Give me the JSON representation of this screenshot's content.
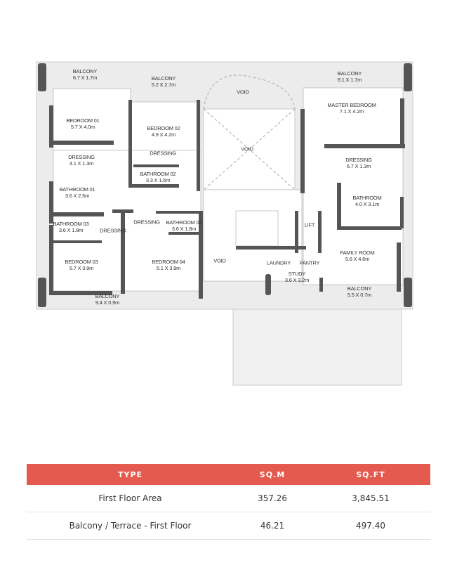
{
  "floor_plan": {
    "rooms": [
      {
        "name": "BALCONY",
        "size": "6.7 X 1.7m"
      },
      {
        "name": "BALCONY",
        "size": "5.2 X 2.7m"
      },
      {
        "name": "BEDROOM 01",
        "size": "5.7 X 4.0m"
      },
      {
        "name": "BEDROOM 02",
        "size": "4.9 X 4.2m"
      },
      {
        "name": "DRESSING",
        "size": ""
      },
      {
        "name": "DRESSING",
        "size": "4.1 X 1.3m"
      },
      {
        "name": "BATHROOM 02",
        "size": "3.3 X 1.6m"
      },
      {
        "name": "BATHROOM 01",
        "size": "3.6 X 2.5m"
      },
      {
        "name": "BATHROOM 03",
        "size": "3.6 X 1.8m"
      },
      {
        "name": "DRESSING",
        "size": ""
      },
      {
        "name": "DRESSING",
        "size": ""
      },
      {
        "name": "BATHROOM 04",
        "size": "3.6 X 1.8m"
      },
      {
        "name": "BEDROOM 03",
        "size": "5.7 X 3.9m"
      },
      {
        "name": "BEDROOM 04",
        "size": "5.1 X 3.9m"
      },
      {
        "name": "BALCONY",
        "size": "9.4 X 0.9m"
      },
      {
        "name": "VOID",
        "size": ""
      },
      {
        "name": "VOID",
        "size": ""
      },
      {
        "name": "VOID",
        "size": ""
      },
      {
        "name": "BALCONY",
        "size": "8.1 X 1.7m"
      },
      {
        "name": "MASTER BEDROOM",
        "size": "7.1 X 4.2m"
      },
      {
        "name": "DRESSING",
        "size": "6.7 X 1.3m"
      },
      {
        "name": "BATHROOM",
        "size": "4.0 X 3.1m"
      },
      {
        "name": "LIFT",
        "size": ""
      },
      {
        "name": "LAUNDRY",
        "size": ""
      },
      {
        "name": "PANTRY",
        "size": ""
      },
      {
        "name": "STUDY",
        "size": "3.6 X 3.2m"
      },
      {
        "name": "FAMILY ROOM",
        "size": "5.6 X 4.6m"
      },
      {
        "name": "BALCONY",
        "size": "5.5 X 0.7m"
      }
    ]
  },
  "area_table": {
    "header_color": "#e55a4f",
    "headers": [
      "TYPE",
      "SQ.M",
      "SQ.FT"
    ],
    "rows": [
      [
        "First Floor Area",
        "357.26",
        "3,845.51"
      ],
      [
        "Balcony / Terrace - First Floor",
        "46.21",
        "497.40"
      ]
    ]
  }
}
